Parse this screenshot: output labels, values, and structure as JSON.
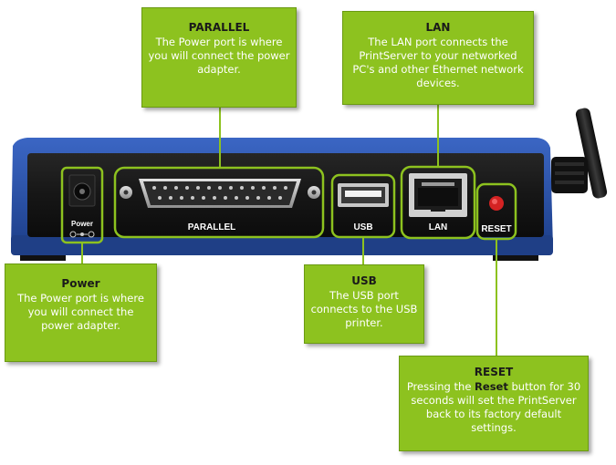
{
  "callouts": {
    "parallel": {
      "title": "PARALLEL",
      "body": "The Power port is where you will connect the power adapter."
    },
    "lan": {
      "title": "LAN",
      "body": "The LAN port connects the PrintServer to your networked PC's and other Ethernet network devices."
    },
    "power": {
      "title": "Power",
      "body": "The Power port is where you will connect the power adapter."
    },
    "usb": {
      "title": "USB",
      "body": "The USB port connects to the USB printer."
    },
    "reset": {
      "title": "RESET",
      "body_pre": "Pressing the ",
      "body_bold": "Reset",
      "body_post": " button for 30 seconds will set the PrintServer back to its factory default settings."
    }
  },
  "device_labels": {
    "power": "Power",
    "parallel": "PARALLEL",
    "usb": "USB",
    "lan": "LAN",
    "reset": "RESET"
  },
  "colors": {
    "callout_green": "#8dc21f",
    "device_black": "#141414",
    "device_blue": "#2a4f9e",
    "reset_button": "#d42323"
  }
}
